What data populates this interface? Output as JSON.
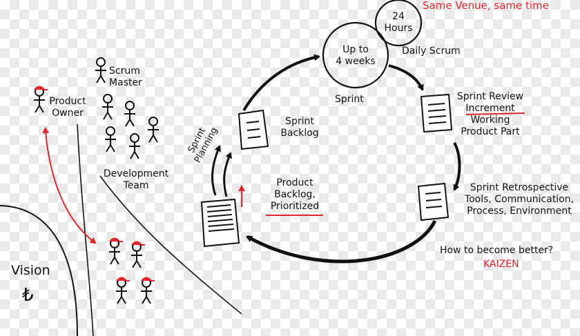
{
  "top_note": "Same Venue, same time",
  "daily_cycle": {
    "line1": "24",
    "line2": "Hours"
  },
  "daily_scrum": "Daily Scrum",
  "sprint_cycle": {
    "line1": "Up to",
    "line2": "4 weeks"
  },
  "sprint": "Sprint",
  "sprint_review": {
    "line1": "Sprint Review",
    "line2": "Increment",
    "line3": "Working",
    "line4": "Product Part"
  },
  "sprint_retro": {
    "line1": "Sprint Retrospective",
    "line2": "Tools, Communication,",
    "line3": "Process, Environment"
  },
  "become_better": "How to become better?",
  "kaizen": "KAIZEN",
  "product_backlog": {
    "line1": "Product",
    "line2": "Backlog,",
    "line3": "Prioritized"
  },
  "sprint_backlog": {
    "line1": "Sprint",
    "line2": "Backlog"
  },
  "sprint_planning": {
    "line1": "Sprint",
    "line2": "Planning"
  },
  "scrum_master": {
    "line1": "Scrum",
    "line2": "Master"
  },
  "product_owner": {
    "line1": "Product",
    "line2": "Owner"
  },
  "dev_team": {
    "line1": "Development",
    "line2": "Team"
  },
  "vision": "Vision",
  "currency_symbol": "₺",
  "colors": {
    "accent": "#e3262b",
    "ink": "#111111"
  }
}
